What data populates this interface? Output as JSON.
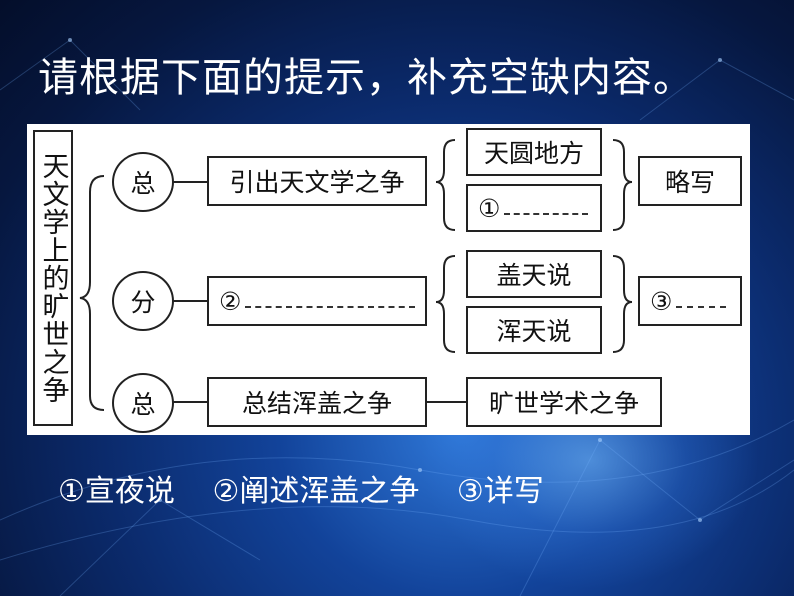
{
  "heading": "请根据下面的提示，补充空缺内容。",
  "diagram": {
    "title": "天文学上的旷世之争",
    "rows": [
      {
        "node": "总",
        "content": "引出天文学之争"
      },
      {
        "node": "分",
        "content_prefix": "②"
      },
      {
        "node": "总",
        "content": "总结浑盖之争",
        "result": "旷世学术之争"
      }
    ],
    "branches_top": {
      "item1": "天圆地方",
      "item2_prefix": "①",
      "result": "略写"
    },
    "branches_mid": {
      "item1": "盖天说",
      "item2": "浑天说",
      "result_prefix": "③"
    }
  },
  "answers": [
    "①宣夜说",
    "②阐述浑盖之争",
    "③详写"
  ],
  "colors": {
    "text_white": "#ffffff",
    "line": "#222222",
    "background_deep": "#06173f"
  }
}
